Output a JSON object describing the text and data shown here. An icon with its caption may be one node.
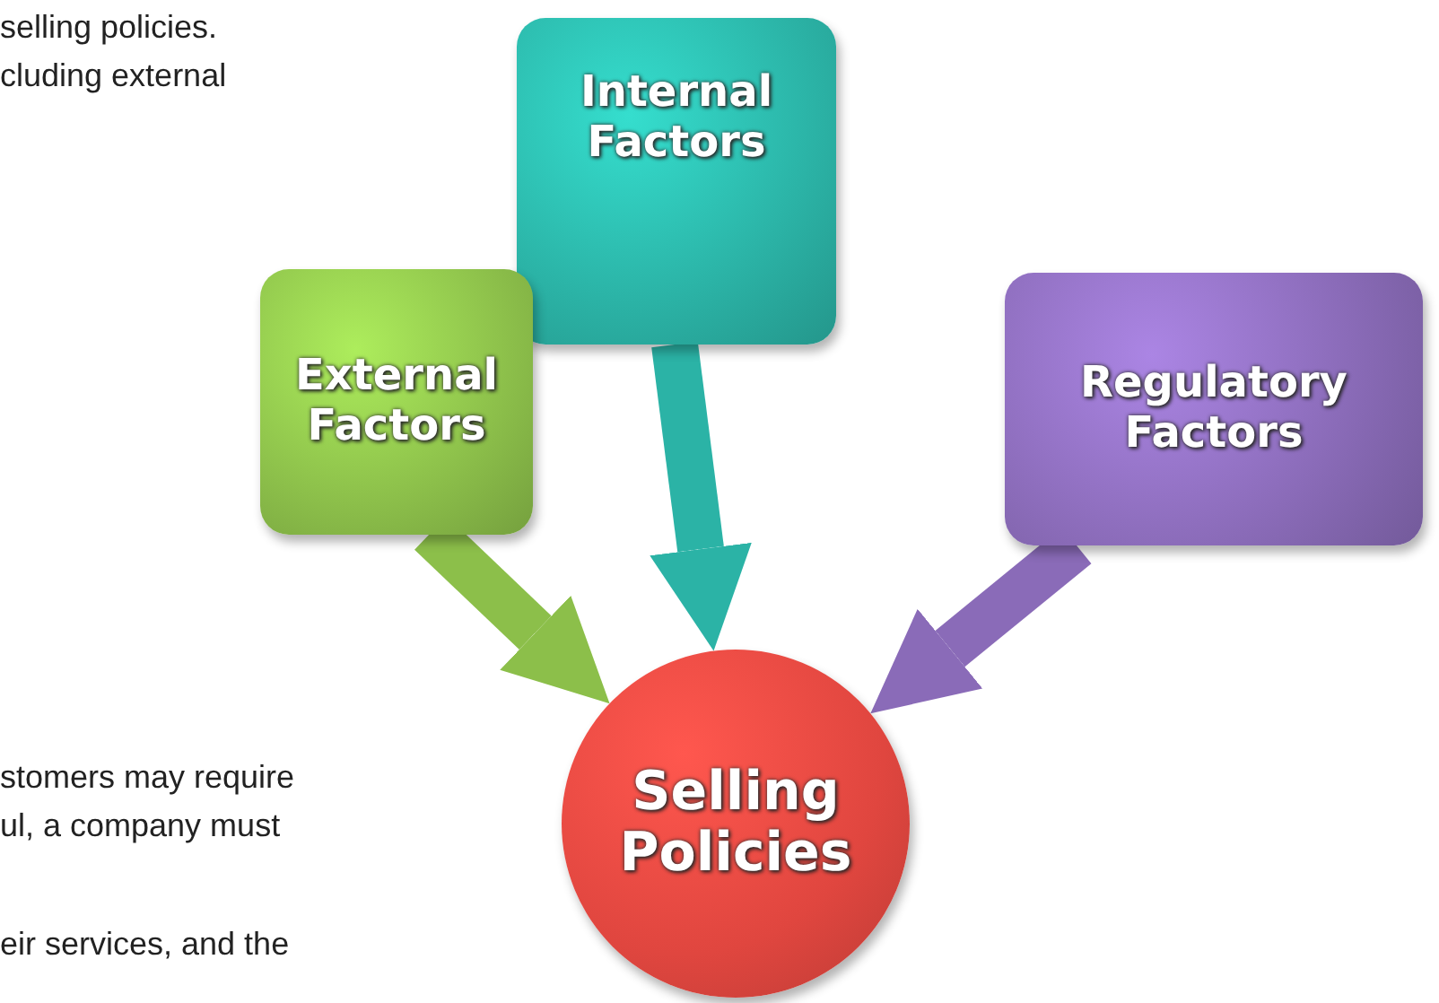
{
  "diagram": {
    "nodes": [
      {
        "text": [
          "Internal Factors"
        ]
      },
      {
        "text": [
          "External Factors"
        ]
      },
      {
        "text": [
          "Regulatory Factors"
        ]
      },
      {
        "text": [
          "Selling Policies"
        ]
      }
    ],
    "edges": [
      {
        "from": 0,
        "to": 3,
        "arrow": "to",
        "color": "#2bb3a6"
      },
      {
        "from": 1,
        "to": 3,
        "arrow": "to",
        "color": "#8cbf4a"
      },
      {
        "from": 2,
        "to": 3,
        "arrow": "to",
        "color": "#8a6bb8"
      }
    ],
    "labels": [
      "selling policies. cluding external",
      "stomers may require ul, a company must",
      "eir services, and the"
    ]
  }
}
